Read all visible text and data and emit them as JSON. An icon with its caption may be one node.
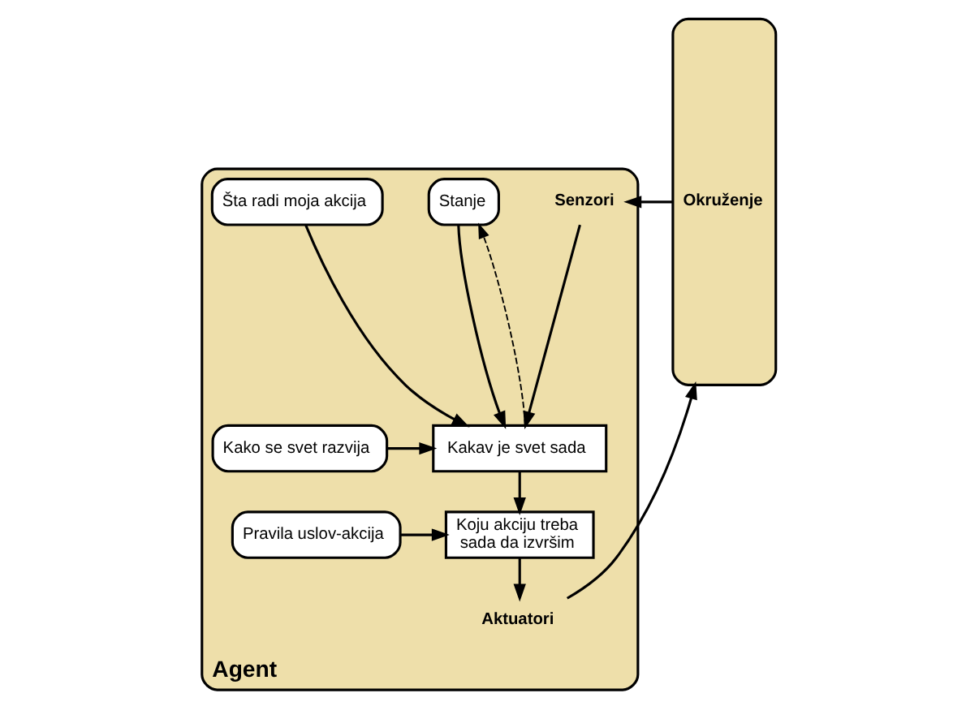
{
  "diagram": {
    "nodes": [
      {
        "text": [
          "Agent"
        ]
      },
      {
        "text": [
          "Senzori"
        ],
        "in": 0
      },
      {
        "text": [
          "Stanje"
        ],
        "in": 0
      },
      {
        "text": [
          "Kako se svet razvija"
        ],
        "in": 0
      },
      {
        "text": [
          "Šta radi moja akcija"
        ],
        "in": 0
      },
      {
        "text": [
          "Kakav je svet sada"
        ],
        "in": 0
      },
      {
        "text": [
          "Pravila uslov-akcija"
        ],
        "in": 0
      },
      {
        "text": [
          "Koju akciju treba sada da izvršim"
        ],
        "in": 0
      },
      {
        "text": [
          "Aktuatori"
        ],
        "in": 0
      },
      {
        "text": [
          "Okruženje"
        ]
      }
    ],
    "edges": [
      {
        "from": 9,
        "to": 1,
        "arrow": "to"
      },
      {
        "from": 1,
        "to": 5,
        "arrow": "to"
      },
      {
        "from": 2,
        "to": 5,
        "arrow": "to"
      },
      {
        "from": 3,
        "to": 5,
        "arrow": "to"
      },
      {
        "from": 4,
        "to": 5,
        "arrow": "to"
      },
      {
        "from": 5,
        "to": 2,
        "arrow": "to",
        "style": "dashed"
      },
      {
        "from": 5,
        "to": 7,
        "arrow": "to"
      },
      {
        "from": 6,
        "to": 7,
        "arrow": "to"
      },
      {
        "from": 7,
        "to": 8,
        "arrow": "to"
      },
      {
        "from": 8,
        "to": 9,
        "arrow": "to"
      }
    ]
  }
}
